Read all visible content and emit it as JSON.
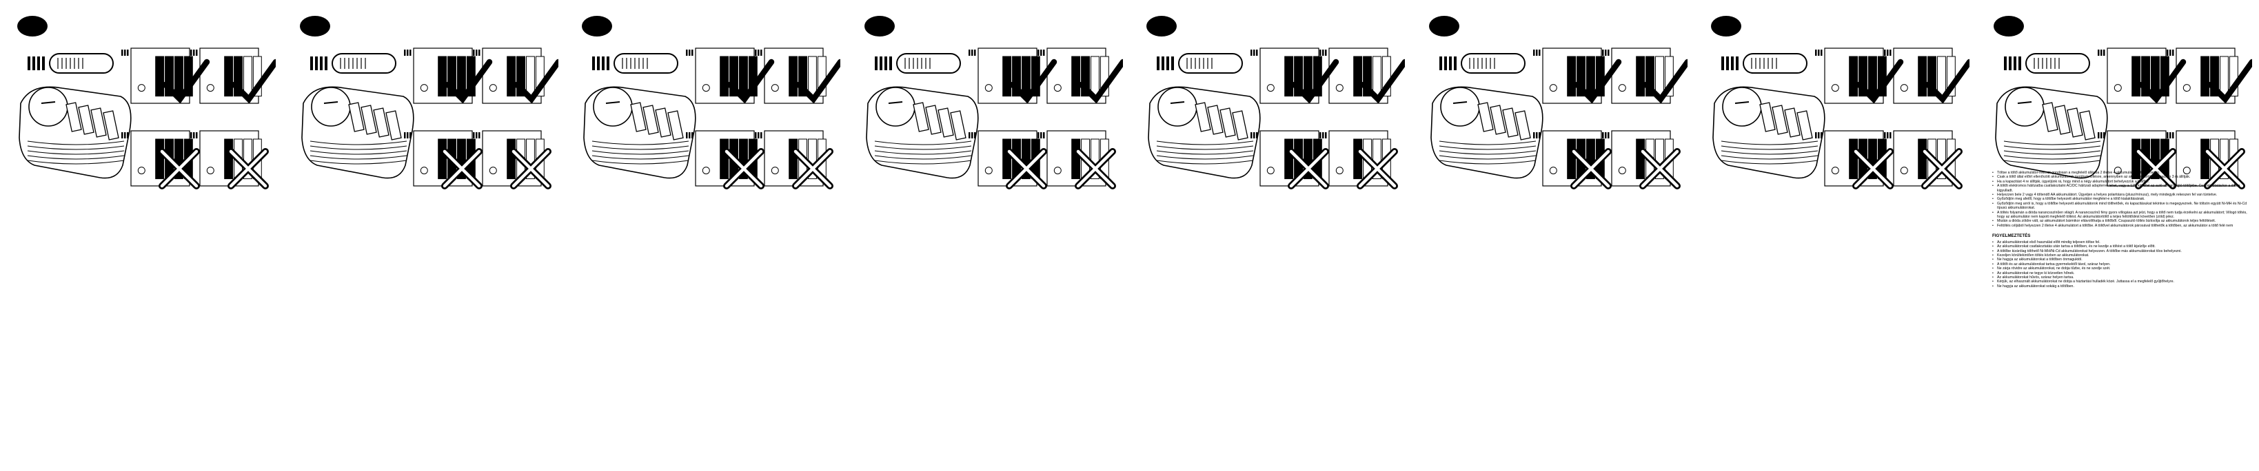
{
  "panel_count": 8,
  "check_label": "✔",
  "cross_label": "✘",
  "charge_levels": [
    4,
    3,
    2,
    1
  ],
  "manual": {
    "items": [
      "Töltse a töltő akkumulátor-rekeszt gondosan a megfelelő állásba 2 illetve 4 akkumulátor töltése esetén.",
      "Csak a töltő által előírt ellenőrzött akkumulátorok kerülnek töltésre, amennyiben az akkumulátortöltő kapacitás 3 ra állítják.",
      "Ha a kapacitást 4 re állítják, ügyeljünk rá, hogy mind a négy akkumulátort behelyezzük a töltőbe.",
      "A töltőt elektromos hálózatba csatlakoztatni AC/DC hálózati adapterrel lehet, vagy a 12V kábellel az autó szivargyújtó töltőjébe. Csatlakoztatáskor a dióda kigyulladt.",
      "Helyezzen bele 2 vagy 4 töltendő AA akkumulátort. Ügyeljen a helyes polaritásra (plusz/mínusz), mely mindegyik rekeszen fel van tüntetve.",
      "Győződjön meg afelől, hogy a töltőbe helyezett akkumulátor megfelel-e a töltő kialakításának.",
      "Győződjön meg arról is, hogy a töltőbe helyezett akkumulátorok mind tölthetőek, és kapacitásukat tekintve is megegyeznek. Ne töltsön együtt Ni-MH és Ni-Cd típusú akkumulátorokat.",
      "A töltés folyamán a dióda narancsszínűen világít. A narancsszínű fény gyors villogása azt jelzi, hogy a töltő nem tudja érzékelni az akkumulátort; Villogó töltés, hogy az akkumulátor nem kapott megfelelő töltést. Az akkumulátortöltő a teljes feltöltődést követően (zöld) jelez.",
      "Miután a dióda zöldre vált, az akkumulátort bármikor eltávolíthatja a töltőből. Csupasztó töltés biztosítja az akkumulátorok teljes feltöltését.",
      "Feltöltés céljából helyezzen 2 illetve 4 akkumulátort a töltőbe. A töltővel akkumulátorok párosával tölthetők a töltőben, az akkumulátor a töltő felé nem"
    ],
    "warning_heading": "FIGYELMEZTETÉS",
    "warnings": [
      "Az akkumulátorokat első használat előtt mindig teljesen töltse fel.",
      "Az akkumulátorokat csatlakoztatás után tartsa a töltőben, és ne kezdje a töltést a töltő kijelzője előtt.",
      "A töltőbe kizárólag tölthető Ni-MH/Ni-Cd akkumulátorokat helyezzen. A töltőbe más akkumulátorokat tilos behelyezni.",
      "Kezeljen körültekintően töltés közben az akkumulátorokat.",
      "Ne hagyja az akkumulátorokat a töltőben önmaguktól.",
      "A töltőt és az akkumulátorokat tartsa gyermekektől távol, száraz helyen.",
      "Ne zárja rövidre az akkumulátorokat, ne dobja tűzbe, és ne szedje szét.",
      "Az akkumulátorokat ne tegye ki közvetlen hőnek.",
      "Az akkumulátorokat hűvös, száraz helyen tartsa.",
      "Kérjük, az elhasznált akkumulátorokat ne dobja a háztartási hulladék közé. Juttassa el a megfelelő gyűjtőhelyre.",
      "Ne hagyja az akkumulátorokat sokáig a töltőben."
    ]
  }
}
